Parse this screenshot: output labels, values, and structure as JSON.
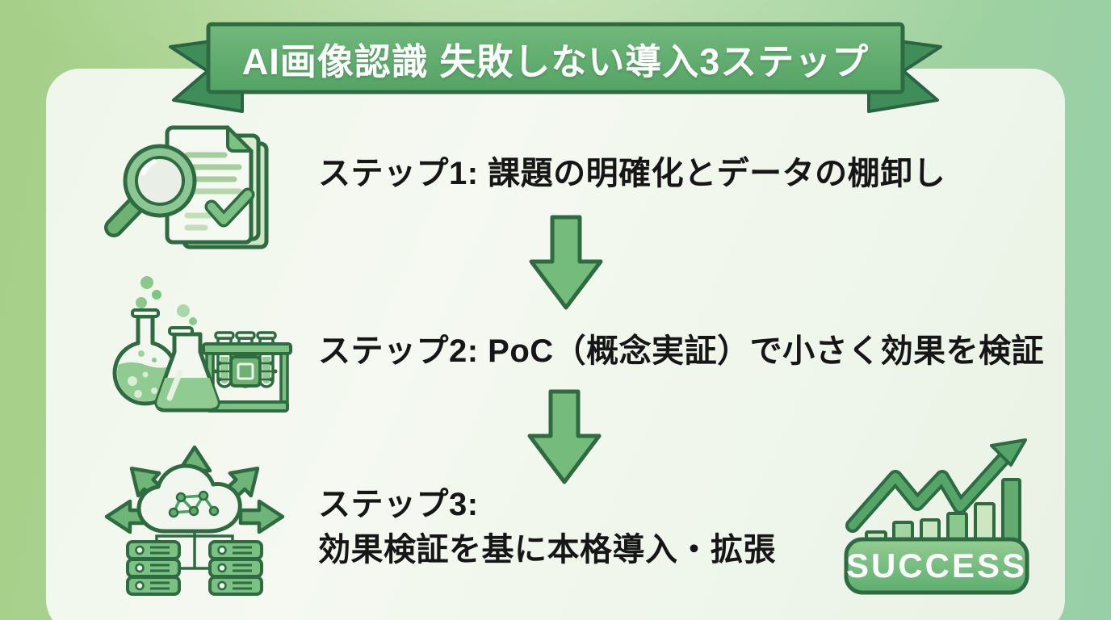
{
  "banner": {
    "title": "AI画像認識 失敗しない導入3ステップ"
  },
  "steps": [
    {
      "icon": "magnifier-documents-icon",
      "lines": [
        "ステップ1: 課題の明確化とデータの棚卸し"
      ]
    },
    {
      "icon": "lab-flasks-icon",
      "lines": [
        "ステップ2: PoC（概念実証）で小さく効果を検証"
      ]
    },
    {
      "icon": "cloud-network-servers-icon",
      "lines": [
        "ステップ3:",
        "効果検証を基に本格導入・拡張"
      ]
    }
  ],
  "flow": {
    "arrow_icon": "down-arrow-icon"
  },
  "success": {
    "label": "SUCCESS",
    "icon": "growth-chart-icon"
  },
  "colors": {
    "background_left": "#a9d28d",
    "background_right": "#98cfa9",
    "panel": "#eef5e9",
    "ribbon_green": "#5fa96c",
    "ribbon_tail_green": "#3f8d58",
    "outline_green": "#2e6b40",
    "accent_green": "#6fb577",
    "light_green": "#cbe6c0",
    "text": "#161616",
    "success_text": "#ffffff"
  }
}
